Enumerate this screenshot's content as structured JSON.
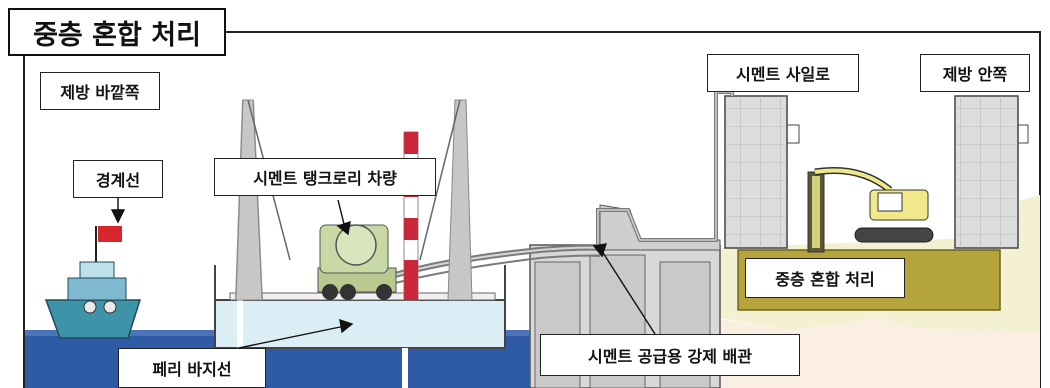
{
  "title": "중층 혼합 처리",
  "labels": {
    "outside": "제방 바깥쪽",
    "inside": "제방 안쪽",
    "patrol_boat": "경계선",
    "cement_truck": "시멘트 탱크로리 차량",
    "cement_silo": "시멘트 사일로",
    "mixing_zone": "중층 혼합 처리",
    "ferry_barge": "페리 바지선",
    "supply_pipe": "시멘트 공급용 강제 배관"
  },
  "colors": {
    "sea": "#2f5aa6",
    "sea_light": "#dceef5",
    "ground": "#fbefe3",
    "mixing_layer": "#b5a43c",
    "crane": "#c7c7c7",
    "tower": "#c9283a",
    "truck": "#c9d9a6",
    "excavator": "#f1e889",
    "boat_hull": "#3e93a8"
  }
}
